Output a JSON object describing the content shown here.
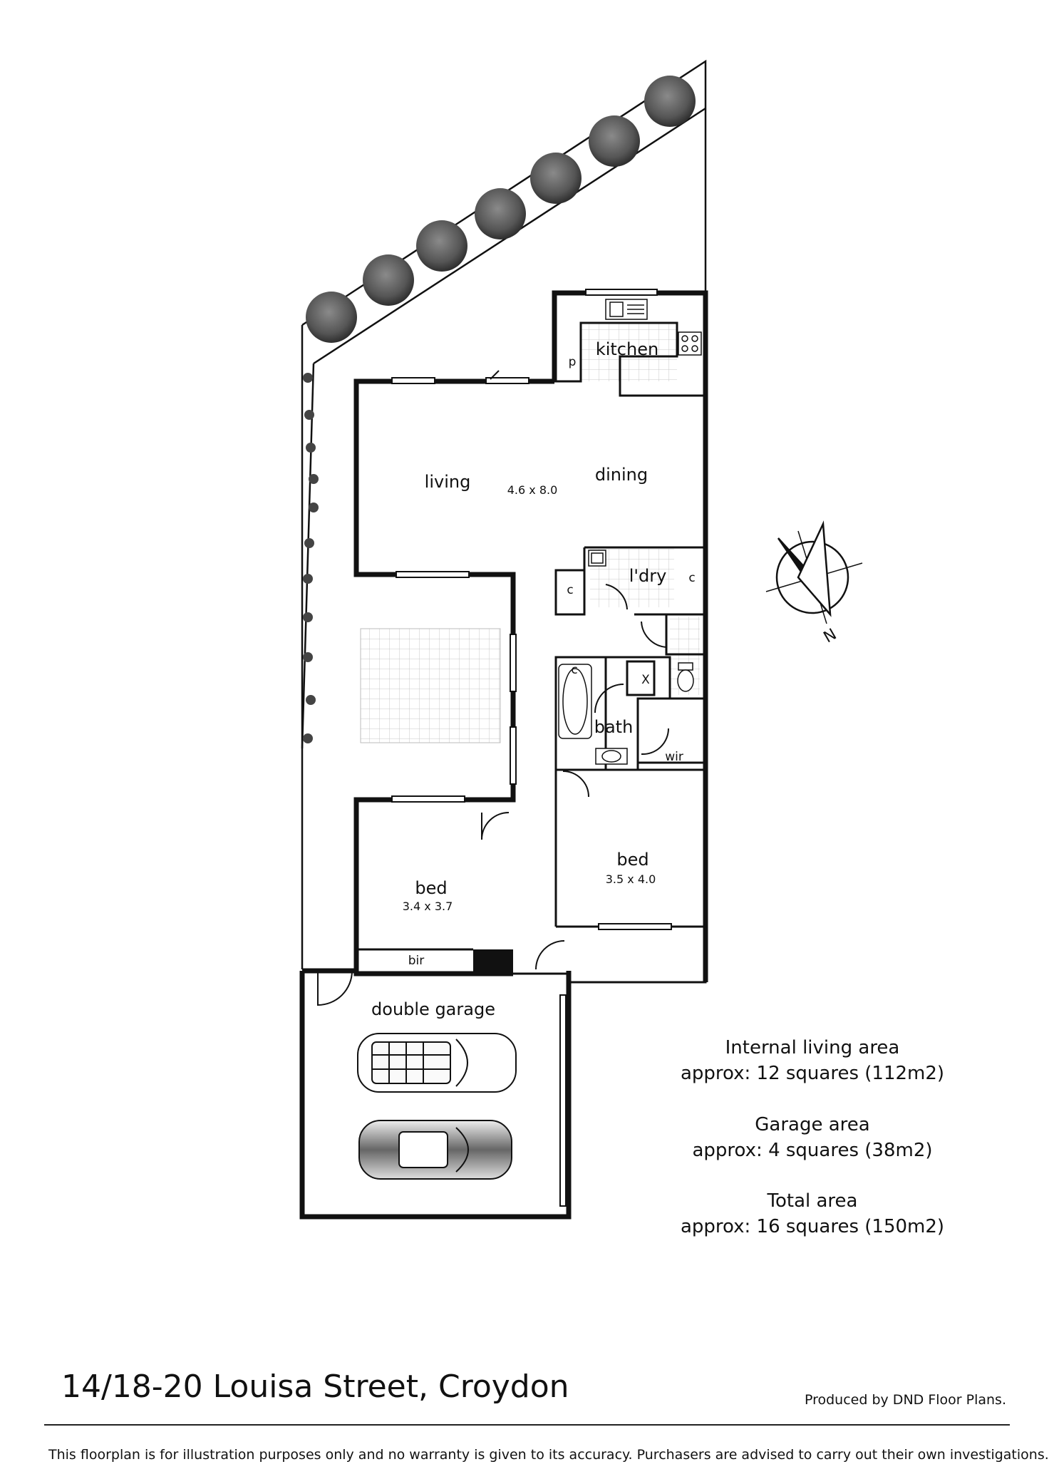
{
  "rooms": {
    "kitchen": "kitchen",
    "pantry": "p",
    "living": "living",
    "dining": "dining",
    "living_dining_size": "4.6 x 8.0",
    "laundry": "l'dry",
    "laundry_cupboard": "c",
    "hall_cupboard": "c",
    "bath_cupboard": "c",
    "linen": "X",
    "bath": "bath",
    "wir": "wir",
    "bed1": "bed",
    "bed1_size": "3.4 x 3.7",
    "bir": "bir",
    "bed2": "bed",
    "bed2_size": "3.5 x 4.0",
    "garage": "double garage"
  },
  "areas": {
    "internal_title": "Internal living area",
    "internal_value": "approx: 12 squares (112m2)",
    "garage_title": "Garage area",
    "garage_value": "approx: 4 squares (38m2)",
    "total_title": "Total area",
    "total_value": "approx: 16 squares (150m2)"
  },
  "compass": {
    "label": "N"
  },
  "footer": {
    "address": "14/18-20 Louisa Street, Croydon",
    "producer": "Produced by DND Floor Plans.",
    "disclaimer": "This floorplan is for illustration purposes only and no warranty is given to its accuracy. Purchasers are advised to carry out their own investigations."
  },
  "icons": [
    "tree-icon",
    "shrub-icon",
    "car-icon",
    "compass-icon",
    "sink-icon",
    "cooktop-icon",
    "toilet-icon",
    "bathtub-icon"
  ]
}
